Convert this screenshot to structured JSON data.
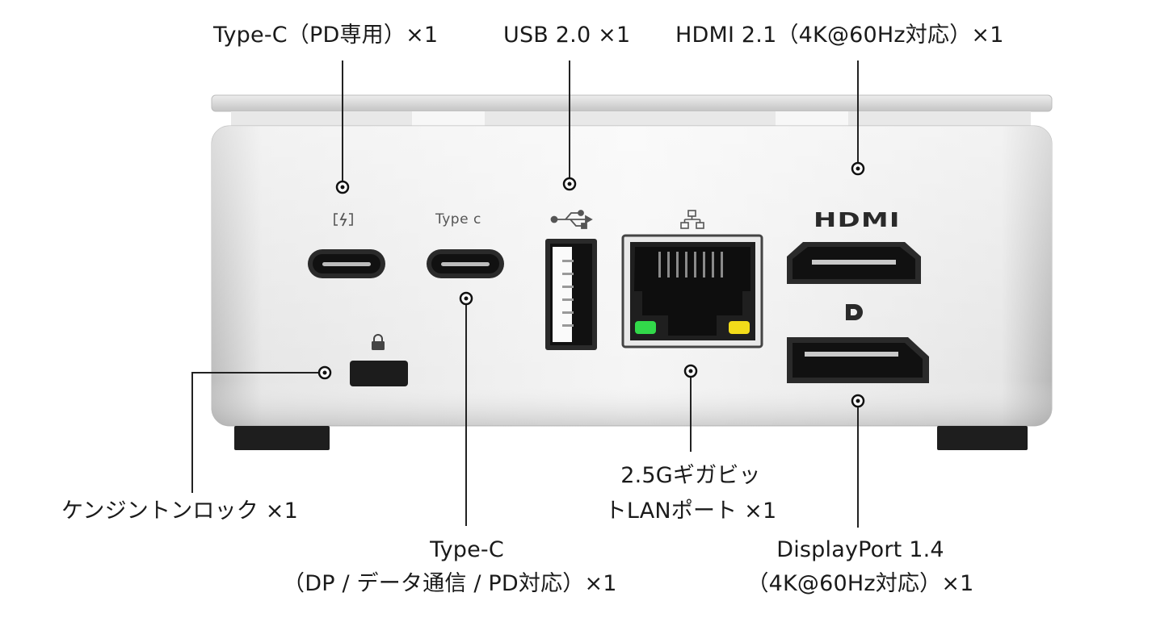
{
  "labels": {
    "typec_pd": "Type-C（PD専用）×1",
    "usb20": "USB 2.0 ×1",
    "hdmi21": "HDMI 2.1（4K@60Hz対応）×1",
    "kensington": "ケンジントンロック ×1",
    "typec_multi_line1": "Type-C",
    "typec_multi_line2": "（DP / データ通信 / PD対応）×1",
    "lan_line1": "2.5Gギガビッ",
    "lan_line2": "トLANポート ×1",
    "dp_line1": "DisplayPort 1.4",
    "dp_line2": "（4K@60Hz対応）×1"
  },
  "device_markings": {
    "typec_text": "Type c",
    "hdmi_logo": "HDMI",
    "dp_logo": "D"
  },
  "colors": {
    "body_light": "#f2f2f2",
    "body_dark": "#c9c9c9",
    "port_black": "#1c1c1c",
    "led_green": "#32d94a",
    "led_yellow": "#f2dc1a"
  },
  "icons": [
    "power-delivery-icon",
    "usb-trident-icon",
    "ethernet-network-icon",
    "lock-icon",
    "displayport-logo-icon"
  ]
}
